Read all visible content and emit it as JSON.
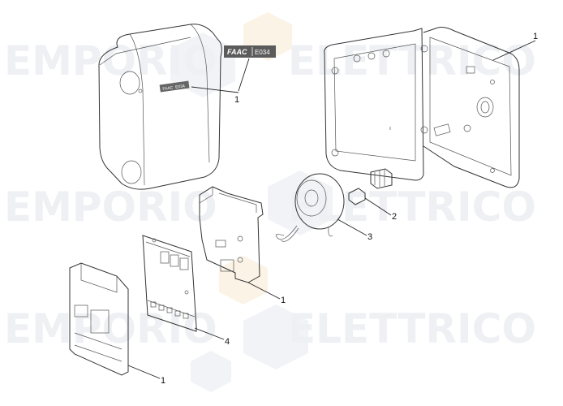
{
  "watermark": {
    "row1_left": "EMPORIO",
    "row1_right": "ELETTRICO",
    "row2_left": "EMPORIO",
    "row2_right": "ELETTRICO",
    "row3_left": "EMPORIO",
    "row3_right": "ELETTRICO"
  },
  "labels": {
    "brand_logo": "FAAC",
    "model": "E034",
    "box_plate_brand": "FAAC",
    "box_plate_model": "E034"
  },
  "callouts": {
    "cover": "1",
    "enclosure": "1",
    "fuse_block": "2",
    "transformer": "3",
    "bracket": "1",
    "control_board": "4",
    "board_cover": "1"
  }
}
